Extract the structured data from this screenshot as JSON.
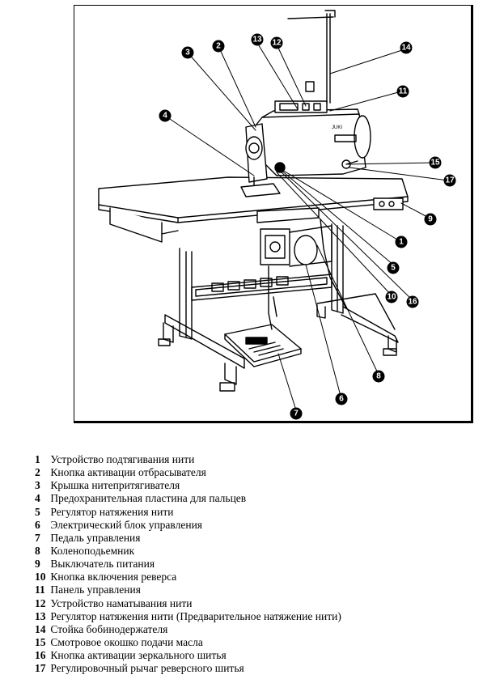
{
  "callouts": [
    "1",
    "2",
    "3",
    "4",
    "5",
    "6",
    "7",
    "8",
    "9",
    "10",
    "11",
    "12",
    "13",
    "14",
    "15",
    "16",
    "17"
  ],
  "legend": [
    {
      "num": "1",
      "text": "Устройство подтягивания нити"
    },
    {
      "num": "2",
      "text": "Кнопка активации отбрасывателя"
    },
    {
      "num": "3",
      "text": "Крышка нитепритягивателя"
    },
    {
      "num": "4",
      "text": "Предохранительная пластина для пальцев"
    },
    {
      "num": "5",
      "text": "Регулятор натяжения нити"
    },
    {
      "num": "6",
      "text": "Электрический блок управления"
    },
    {
      "num": "7",
      "text": "Педаль управления"
    },
    {
      "num": "8",
      "text": "Коленоподьемник"
    },
    {
      "num": "9",
      "text": "Выключатель питания"
    },
    {
      "num": "10",
      "text": "Кнопка включения реверса"
    },
    {
      "num": "11",
      "text": "Панель управления"
    },
    {
      "num": "12",
      "text": "Устройство наматывания нити"
    },
    {
      "num": "13",
      "text": "Регулятор натяжения нити (Предварительное натяжение нити)"
    },
    {
      "num": "14",
      "text": "Стойка бобинодержателя"
    },
    {
      "num": "15",
      "text": "Смотровое окошко подачи масла"
    },
    {
      "num": "16",
      "text": "Кнопка активации зеркального шитья"
    },
    {
      "num": "17",
      "text": "Регулировочный рычаг реверсного шитья"
    }
  ]
}
